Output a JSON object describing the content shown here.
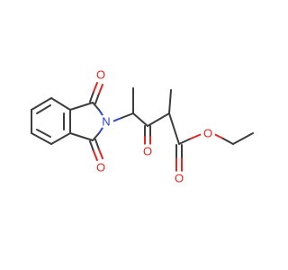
{
  "molecule": {
    "atoms": {
      "o_imide_top": {
        "symbol": "O",
        "color": "#e8241c"
      },
      "o_imide_bottom": {
        "symbol": "O",
        "color": "#e8241c"
      },
      "n_imide": {
        "symbol": "N",
        "color": "#2a43d6"
      },
      "o_ketone": {
        "symbol": "O",
        "color": "#e8241c"
      },
      "o_ester_carbonyl": {
        "symbol": "O",
        "color": "#e8241c"
      },
      "o_ester_ether": {
        "symbol": "O",
        "color": "#e8241c"
      }
    }
  }
}
